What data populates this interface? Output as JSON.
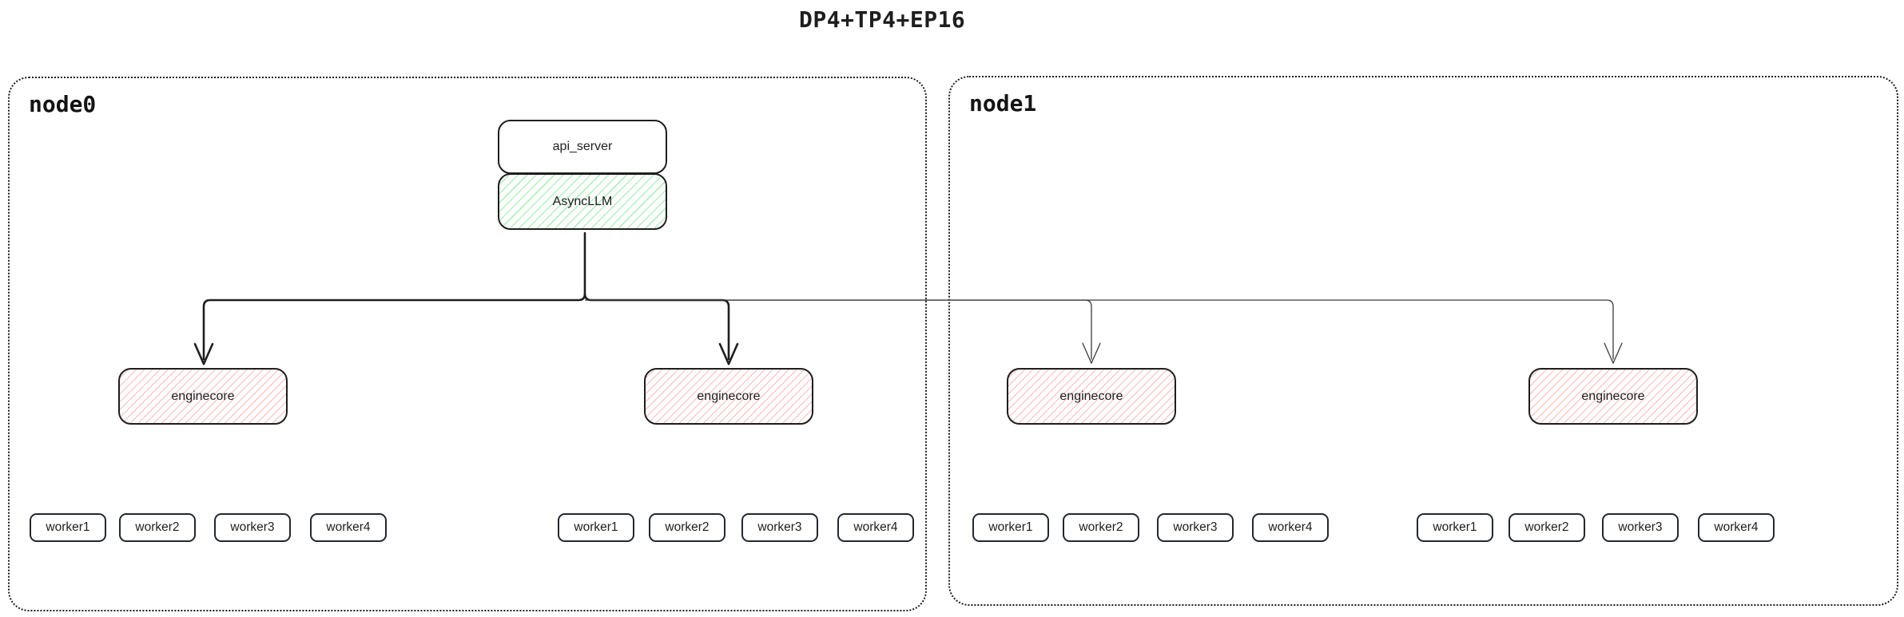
{
  "title": "DP4+TP4+EP16",
  "colors": {
    "ink": "#1e1e1e",
    "green_hatch": "#b2f2bb",
    "red_hatch": "#ffc9c9",
    "background": "#ffffff"
  },
  "nodes": [
    {
      "label": "node0"
    },
    {
      "label": "node1"
    }
  ],
  "labels": {
    "api_server": "api_server",
    "asyncllm": "AsyncLLM",
    "enginecore": "enginecore"
  },
  "workers": [
    "worker1",
    "worker2",
    "worker3",
    "worker4"
  ],
  "edges": [
    {
      "from": "AsyncLLM",
      "to": "enginecore-1",
      "node": "node0",
      "weight": "thick"
    },
    {
      "from": "AsyncLLM",
      "to": "enginecore-2",
      "node": "node0",
      "weight": "thick"
    },
    {
      "from": "AsyncLLM",
      "to": "enginecore-3",
      "node": "node1",
      "weight": "thin"
    },
    {
      "from": "AsyncLLM",
      "to": "enginecore-4",
      "node": "node1",
      "weight": "thin"
    }
  ]
}
